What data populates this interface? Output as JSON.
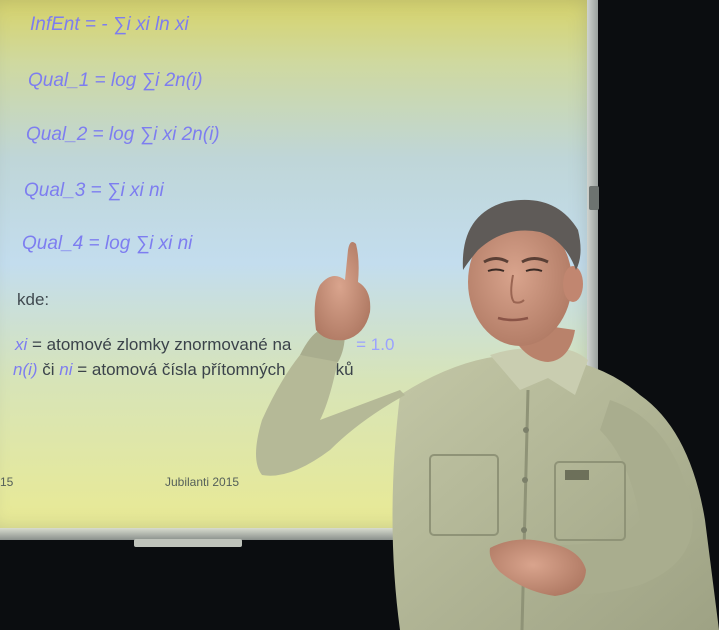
{
  "slide": {
    "formulas": [
      {
        "lhs": "InfEnt",
        "rhs": " = - ∑i xi ln xi"
      },
      {
        "lhs": "Qual_1",
        "rhs": " = log ∑i 2n(i)"
      },
      {
        "lhs": "Qual_2",
        "rhs": " = log ∑i xi 2n(i)"
      },
      {
        "lhs": "Qual_3",
        "rhs": " = ∑i xi ni"
      },
      {
        "lhs": "Qual_4",
        "rhs": " = log ∑i xi ni"
      }
    ],
    "kde": "kde:",
    "definitions": [
      {
        "var": "xi",
        "text": " = atomové zlomky znormované na",
        "value": " = 1.0"
      },
      {
        "var": "n(i)",
        "text": " či ",
        "var2": "ni",
        "text2": " = atomová čísla přítomných",
        "tail": "ků"
      }
    ],
    "footer_left": "15",
    "footer_center": "Jubilanti 2015"
  },
  "colors": {
    "formula": "#7d7df0",
    "shirt": "#b9bd9c",
    "skin": "#c98f78",
    "hair": "#5e5a58"
  }
}
